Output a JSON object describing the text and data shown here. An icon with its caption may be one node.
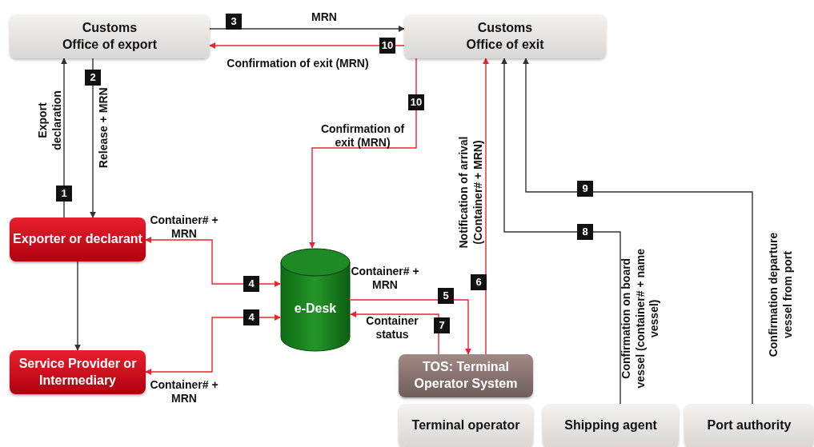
{
  "diagram": {
    "nodes": [
      {
        "text": [
          "Customs",
          "Office of export"
        ]
      },
      {
        "text": [
          "Customs",
          "Office of exit"
        ]
      },
      {
        "text": [
          "Exporter or declarant"
        ]
      },
      {
        "text": [
          "Service Provider or Intermediary"
        ]
      },
      {
        "text": [
          "e-Desk"
        ]
      },
      {
        "text": [
          "TOS: Terminal Operator System"
        ]
      },
      {
        "text": [
          "Terminal operator"
        ]
      },
      {
        "text": [
          "Shipping agent"
        ]
      },
      {
        "text": [
          "Port authority"
        ]
      }
    ],
    "edges": [
      {
        "from": 2,
        "to": 0,
        "arrow": "to",
        "label": "1",
        "color": "#333333"
      },
      {
        "from": 0,
        "to": 2,
        "arrow": "to",
        "label": "2",
        "color": "#333333"
      },
      {
        "from": 0,
        "to": 1,
        "arrow": "to",
        "label": "3",
        "color": "#333333"
      },
      {
        "from": 1,
        "to": 0,
        "arrow": "to",
        "label": "10"
      },
      {
        "from": 1,
        "to": 4,
        "arrow": "to",
        "label": "10"
      },
      {
        "from": 4,
        "to": 2,
        "arrow": "both",
        "label": "4"
      },
      {
        "from": 4,
        "to": 3,
        "arrow": "both",
        "label": "4"
      },
      {
        "from": 4,
        "to": 5,
        "arrow": "to",
        "label": "5"
      },
      {
        "from": 5,
        "to": 4,
        "arrow": "to",
        "label": "7"
      },
      {
        "from": 5,
        "to": 1,
        "arrow": "to",
        "label": "6"
      },
      {
        "from": 7,
        "to": 1,
        "arrow": "to",
        "label": "8",
        "color": "#333333"
      },
      {
        "from": 8,
        "to": 1,
        "arrow": "to",
        "label": "9",
        "color": "#333333"
      },
      {
        "from": 2,
        "to": 3,
        "arrow": "to",
        "color": "#333333"
      }
    ],
    "labels": [
      "MRN",
      "Confirmation of exit (MRN)",
      "Export declaration",
      "Release + MRN",
      "Confirmation of exit (MRN)",
      "Notification of arrival (Container# + MRN)",
      "Container# + MRN",
      "Container# + MRN",
      "Container status",
      "Container# + MRN",
      "Confirmation on board vessel (container# + name vessel)",
      "Confirmation departure vessel from port"
    ]
  }
}
